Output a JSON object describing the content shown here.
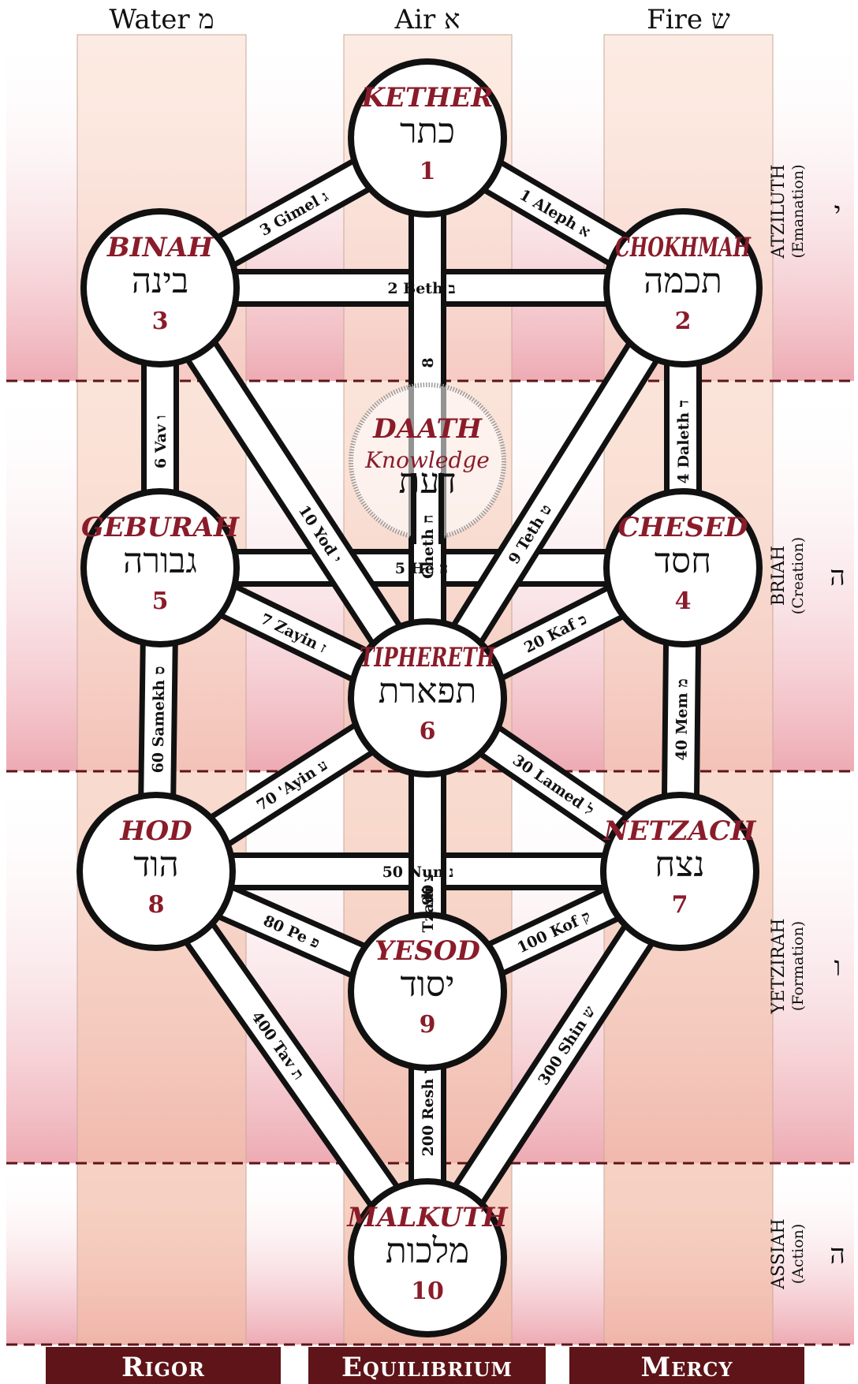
{
  "columns": [
    {
      "id": "water",
      "label": "Water מ"
    },
    {
      "id": "air",
      "label": "Air א"
    },
    {
      "id": "fire",
      "label": "Fire ש"
    }
  ],
  "pillars": [
    {
      "id": "rigor",
      "label": "Rigor"
    },
    {
      "id": "equilibrium",
      "label": "Equilibrium"
    },
    {
      "id": "mercy",
      "label": "Mercy"
    }
  ],
  "worlds": [
    {
      "id": "atziluth",
      "name": "ATZILUTH",
      "sub": "(Emanation)",
      "letter": "י"
    },
    {
      "id": "briah",
      "name": "BRIAH",
      "sub": "(Creation)",
      "letter": "ה"
    },
    {
      "id": "yetzirah",
      "name": "YETZIRAH",
      "sub": "(Formation)",
      "letter": "ו"
    },
    {
      "id": "assiah",
      "name": "ASSIAH",
      "sub": "(Action)",
      "letter": "ה"
    }
  ],
  "sephiroth": [
    {
      "id": "kether",
      "name": "KETHER",
      "hebrew": "כתר",
      "number": "1"
    },
    {
      "id": "chokhmah",
      "name": "CHOKHMAH",
      "hebrew": "תכמה",
      "number": "2"
    },
    {
      "id": "binah",
      "name": "BINAH",
      "hebrew": "בינה",
      "number": "3"
    },
    {
      "id": "chesed",
      "name": "CHESED",
      "hebrew": "חסד",
      "number": "4"
    },
    {
      "id": "geburah",
      "name": "GEBURAH",
      "hebrew": "גבורה",
      "number": "5"
    },
    {
      "id": "tiphereth",
      "name": "TIPHERETH",
      "hebrew": "תפארת",
      "number": "6"
    },
    {
      "id": "netzach",
      "name": "NETZACH",
      "hebrew": "נצח",
      "number": "7"
    },
    {
      "id": "hod",
      "name": "HOD",
      "hebrew": "הוד",
      "number": "8"
    },
    {
      "id": "yesod",
      "name": "YESOD",
      "hebrew": "יסוד",
      "number": "9"
    },
    {
      "id": "malkuth",
      "name": "MALKUTH",
      "hebrew": "מלכות",
      "number": "10"
    }
  ],
  "daath": {
    "name": "DAATH",
    "sub": "Knowledge",
    "hebrew": "דעת"
  },
  "paths": [
    {
      "id": "aleph",
      "from": "kether",
      "to": "chokhmah",
      "label": "1 Aleph א"
    },
    {
      "id": "beth",
      "from": "binah",
      "to": "chokhmah",
      "label": "2 Beth ב"
    },
    {
      "id": "gimel",
      "from": "binah",
      "to": "kether",
      "label": "3 Gimel ג"
    },
    {
      "id": "daleth",
      "from": "chesed",
      "to": "chokhmah",
      "label": "4 Daleth ד"
    },
    {
      "id": "he",
      "from": "geburah",
      "to": "chesed",
      "label": "5 He ה"
    },
    {
      "id": "vav",
      "from": "geburah",
      "to": "binah",
      "label": "6 Vav ו"
    },
    {
      "id": "zayin",
      "from": "geburah",
      "to": "tiphereth",
      "label": "7 Zayin ז"
    },
    {
      "id": "cheth",
      "from": "kether",
      "to": "tiphereth",
      "label": "Cheth ח"
    },
    {
      "id": "teth",
      "from": "tiphereth",
      "to": "chokhmah",
      "label": "9 Teth ט"
    },
    {
      "id": "yod",
      "from": "binah",
      "to": "tiphereth",
      "label": "10 Yod י"
    },
    {
      "id": "kaf",
      "from": "tiphereth",
      "to": "chesed",
      "label": "20 Kaf כ"
    },
    {
      "id": "lamed",
      "from": "tiphereth",
      "to": "netzach",
      "label": "30 Lamed ל"
    },
    {
      "id": "mem",
      "from": "netzach",
      "to": "chesed",
      "label": "40 Mem מ"
    },
    {
      "id": "nun",
      "from": "hod",
      "to": "netzach",
      "label": "50 Nun נ"
    },
    {
      "id": "samekh",
      "from": "hod",
      "to": "geburah",
      "label": "60 Samekh ס"
    },
    {
      "id": "ayin",
      "from": "hod",
      "to": "tiphereth",
      "label": "70 'Ayin ע"
    },
    {
      "id": "pe",
      "from": "hod",
      "to": "yesod",
      "label": "80 Pe פ"
    },
    {
      "id": "tzadi",
      "from": "tiphereth",
      "to": "yesod",
      "label": "Tzadi צ"
    },
    {
      "id": "kof",
      "from": "yesod",
      "to": "netzach",
      "label": "100 Kof ק"
    },
    {
      "id": "resh",
      "from": "yesod",
      "to": "malkuth",
      "label": "200 Resh ר"
    },
    {
      "id": "shin",
      "from": "malkuth",
      "to": "netzach",
      "label": "300 Shin ש"
    },
    {
      "id": "tav",
      "from": "hod",
      "to": "malkuth",
      "label": "400 Tav ת"
    }
  ],
  "middle_numbers": {
    "cheth": "8",
    "tzadi": "90"
  },
  "colors": {
    "accent": "#8a1c2a",
    "footer": "#5e1418",
    "column_band": "#f3c6b0",
    "world_band": "#f2c2c0",
    "outline": "#111111"
  }
}
